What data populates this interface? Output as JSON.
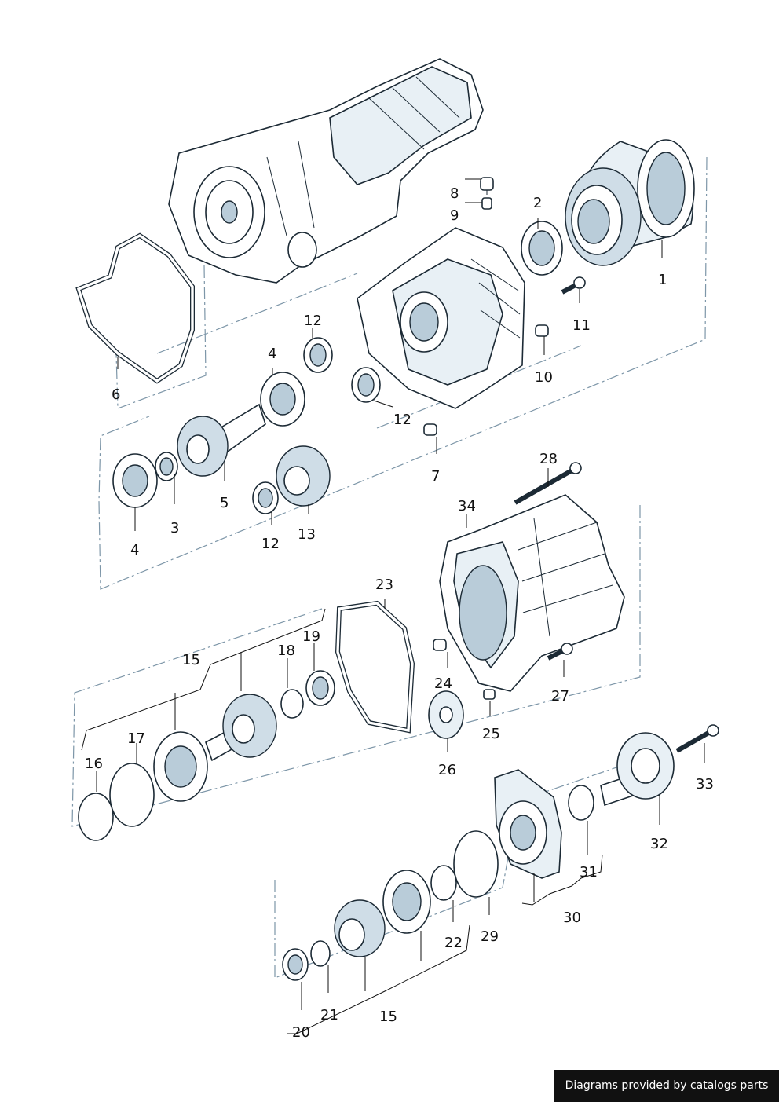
{
  "footer": {
    "credit": "Diagrams provided by catalogs parts"
  },
  "callouts": [
    {
      "id": "c1",
      "label": "1"
    },
    {
      "id": "c2",
      "label": "2"
    },
    {
      "id": "c3",
      "label": "3"
    },
    {
      "id": "c4a",
      "label": "4"
    },
    {
      "id": "c4b",
      "label": "4"
    },
    {
      "id": "c5",
      "label": "5"
    },
    {
      "id": "c6",
      "label": "6"
    },
    {
      "id": "c7",
      "label": "7"
    },
    {
      "id": "c8",
      "label": "8"
    },
    {
      "id": "c9",
      "label": "9"
    },
    {
      "id": "c10",
      "label": "10"
    },
    {
      "id": "c11",
      "label": "11"
    },
    {
      "id": "c12a",
      "label": "12"
    },
    {
      "id": "c12b",
      "label": "12"
    },
    {
      "id": "c12c",
      "label": "12"
    },
    {
      "id": "c13",
      "label": "13"
    },
    {
      "id": "c15a",
      "label": "15"
    },
    {
      "id": "c15b",
      "label": "15"
    },
    {
      "id": "c16",
      "label": "16"
    },
    {
      "id": "c17",
      "label": "17"
    },
    {
      "id": "c18",
      "label": "18"
    },
    {
      "id": "c19",
      "label": "19"
    },
    {
      "id": "c20",
      "label": "20"
    },
    {
      "id": "c21",
      "label": "21"
    },
    {
      "id": "c22",
      "label": "22"
    },
    {
      "id": "c23",
      "label": "23"
    },
    {
      "id": "c24",
      "label": "24"
    },
    {
      "id": "c25",
      "label": "25"
    },
    {
      "id": "c26",
      "label": "26"
    },
    {
      "id": "c27",
      "label": "27"
    },
    {
      "id": "c28",
      "label": "28"
    },
    {
      "id": "c29",
      "label": "29"
    },
    {
      "id": "c30",
      "label": "30"
    },
    {
      "id": "c31",
      "label": "31"
    },
    {
      "id": "c32",
      "label": "32"
    },
    {
      "id": "c33",
      "label": "33"
    },
    {
      "id": "c34",
      "label": "34"
    }
  ]
}
